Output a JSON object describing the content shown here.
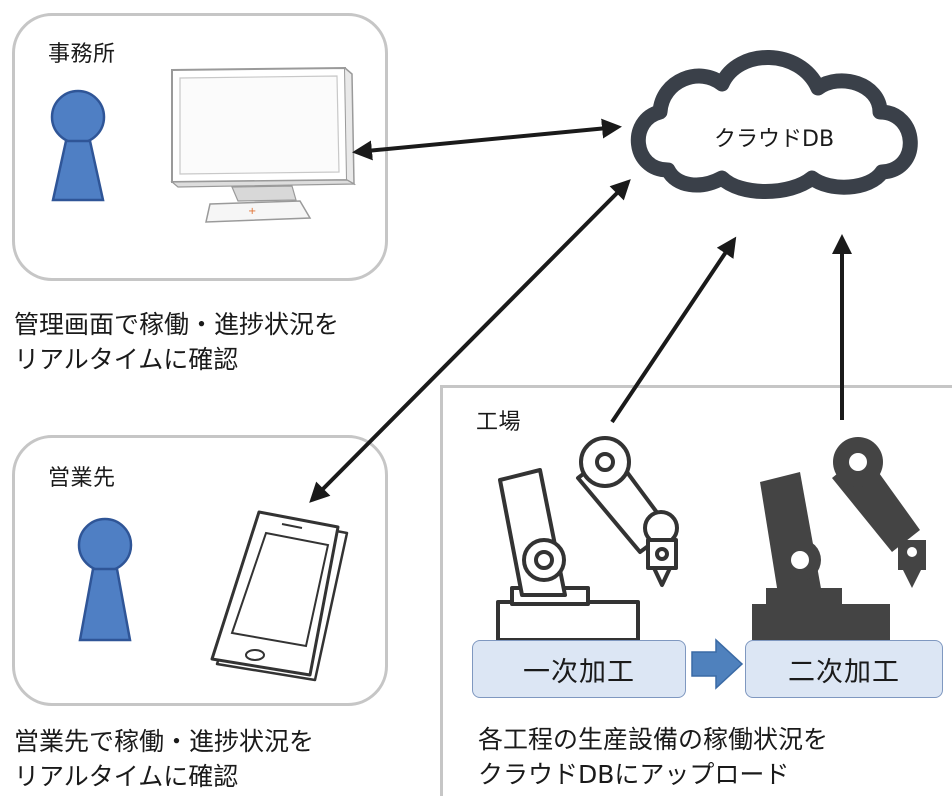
{
  "office": {
    "title": "事務所"
  },
  "office_caption": {
    "line1": "管理画面で稼働・進捗状況を",
    "line2": "リアルタイムに確認"
  },
  "sales": {
    "title": "営業先"
  },
  "sales_caption": {
    "line1": "営業先で稼働・進捗状況を",
    "line2": "リアルタイムに確認"
  },
  "cloud": {
    "label": "クラウドDB"
  },
  "factory": {
    "title": "工場",
    "process1": "一次加工",
    "process2": "二次加工",
    "caption_line1": "各工程の生産設備の稼働状況を",
    "caption_line2": "クラウドDBにアップロード"
  },
  "colors": {
    "person_fill": "#4f7fc4",
    "person_stroke": "#2f5597",
    "cloud_stroke": "#3a4049",
    "robot_dark": "#444444",
    "process_fill": "#dce6f4",
    "arrow_blue": "#4f81bd"
  }
}
